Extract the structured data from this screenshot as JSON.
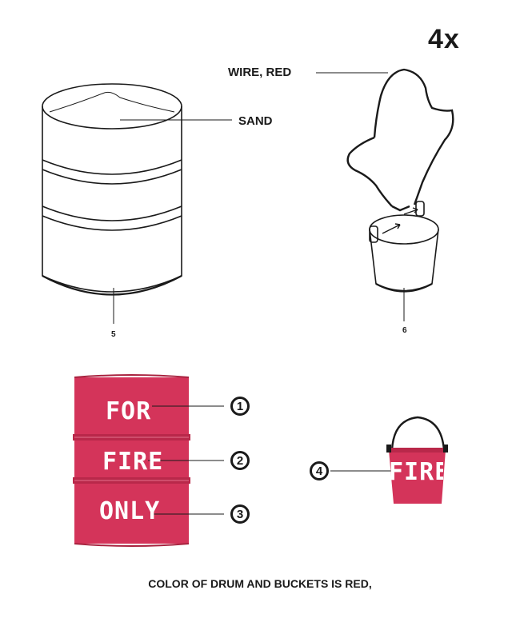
{
  "quantity": "4x",
  "callouts": {
    "wire": "WIRE, RED",
    "sand": "SAND"
  },
  "parts": {
    "drum_number": "5",
    "bucket_number": "6"
  },
  "drum_stencil": {
    "line1": "FOR",
    "line2": "FIRE",
    "line3": "ONLY"
  },
  "bucket_stencil": "FIRE",
  "markers": [
    "1",
    "2",
    "3",
    "4"
  ],
  "footer_note": "COLOR OF DRUM AND BUCKETS  IS RED,",
  "colors": {
    "paint_red": "#d4345a",
    "line": "#1a1a1a"
  }
}
